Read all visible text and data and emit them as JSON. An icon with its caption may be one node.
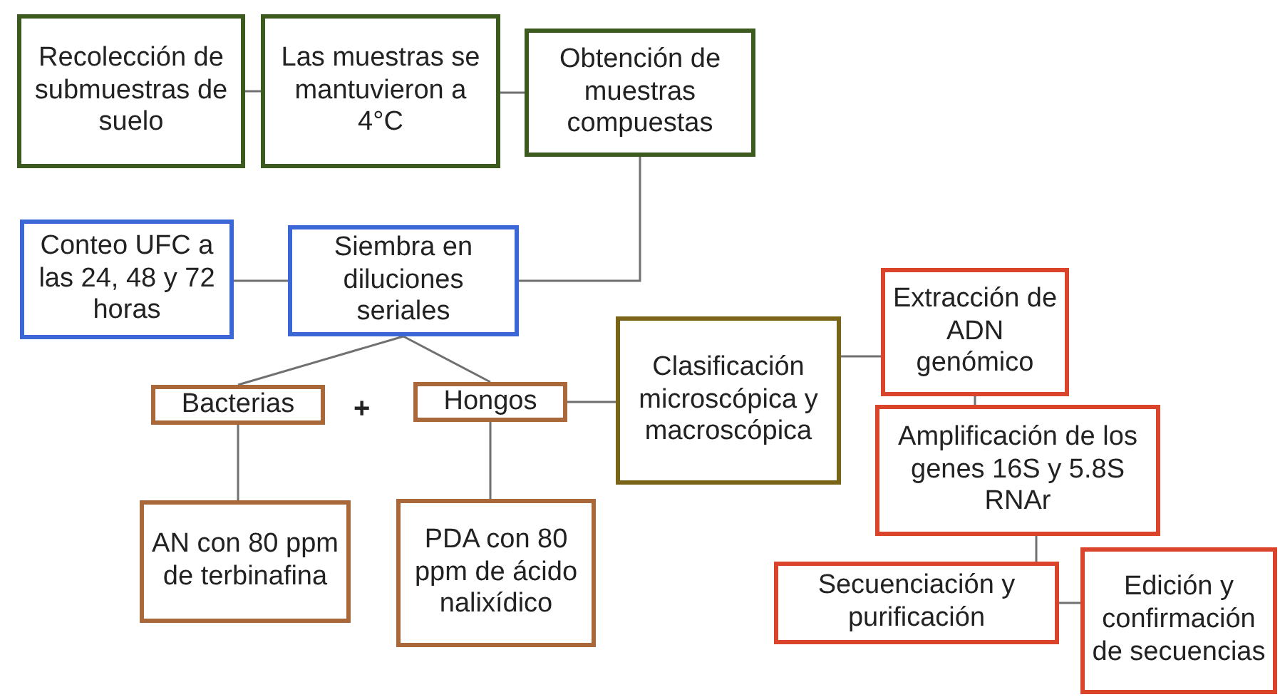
{
  "diagram": {
    "nodes": [
      {
        "text": [
          "Recolección de submuestras de suelo"
        ]
      },
      {
        "text": [
          "Las muestras se mantuvieron a 4°C"
        ]
      },
      {
        "text": [
          "Obtención de muestras compuestas"
        ]
      },
      {
        "text": [
          "Conteo UFC a las 24, 48 y 72 horas"
        ]
      },
      {
        "text": [
          "Siembra en diluciones seriales"
        ]
      },
      {
        "text": [
          "Bacterias"
        ]
      },
      {
        "text": [
          "Hongos"
        ]
      },
      {
        "text": [
          "Clasificación microscópica y macroscópica"
        ]
      },
      {
        "text": [
          "Extracción de ADN genómico"
        ]
      },
      {
        "text": [
          "Amplificación de los genes 16S y 5.8S RNAr"
        ]
      },
      {
        "text": [
          "AN con 80 ppm de terbinafina"
        ]
      },
      {
        "text": [
          "PDA con 80 ppm de ácido nalixídico"
        ]
      },
      {
        "text": [
          "Secuenciación y purificación"
        ]
      },
      {
        "text": [
          "Edición y confirmación de secuencias"
        ]
      }
    ],
    "edges": [
      {
        "from": 0,
        "to": 1,
        "arrow": "none"
      },
      {
        "from": 1,
        "to": 2,
        "arrow": "none"
      },
      {
        "from": 2,
        "to": 4,
        "arrow": "none"
      },
      {
        "from": 4,
        "to": 3,
        "arrow": "none"
      },
      {
        "from": 4,
        "to": 5,
        "arrow": "none"
      },
      {
        "from": 4,
        "to": 6,
        "arrow": "none"
      },
      {
        "from": 5,
        "to": 10,
        "arrow": "none"
      },
      {
        "from": 6,
        "to": 11,
        "arrow": "none"
      },
      {
        "from": 6,
        "to": 7,
        "arrow": "none"
      },
      {
        "from": 7,
        "to": 8,
        "arrow": "none"
      },
      {
        "from": 8,
        "to": 9,
        "arrow": "none"
      },
      {
        "from": 9,
        "to": 12,
        "arrow": "none"
      },
      {
        "from": 12,
        "to": 13,
        "arrow": "none"
      }
    ],
    "labels": [
      "+"
    ]
  }
}
